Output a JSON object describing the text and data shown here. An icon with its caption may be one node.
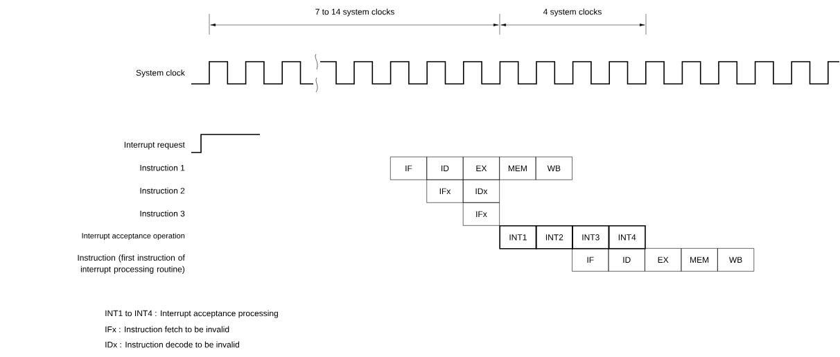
{
  "diagram": {
    "nodes": [
      {
        "text": [
          "IF"
        ]
      },
      {
        "text": [
          "ID"
        ]
      },
      {
        "text": [
          "EX"
        ]
      },
      {
        "text": [
          "MEM"
        ]
      },
      {
        "text": [
          "WB"
        ]
      },
      {
        "text": [
          "IFx"
        ]
      },
      {
        "text": [
          "IDx"
        ]
      },
      {
        "text": [
          "IFx"
        ]
      },
      {
        "text": [
          "INT1"
        ]
      },
      {
        "text": [
          "INT2"
        ]
      },
      {
        "text": [
          "INT3"
        ]
      },
      {
        "text": [
          "INT4"
        ]
      },
      {
        "text": [
          "IF"
        ]
      },
      {
        "text": [
          "ID"
        ]
      },
      {
        "text": [
          "EX"
        ]
      },
      {
        "text": [
          "MEM"
        ]
      },
      {
        "text": [
          "WB"
        ]
      }
    ],
    "labels": [
      "7 to 14 system clocks",
      "4 system clocks",
      "System clock",
      "Interrupt request",
      "Instruction 1",
      "Instruction 2",
      "Instruction 3",
      "Interrupt acceptance operation",
      "Instruction (first instruction of interrupt processing routine)",
      "INT1 to INT4 : Interrupt acceptance processing",
      "IFx : Instruction fetch to be invalid",
      "IDx : Instruction decode to be invalid"
    ]
  }
}
